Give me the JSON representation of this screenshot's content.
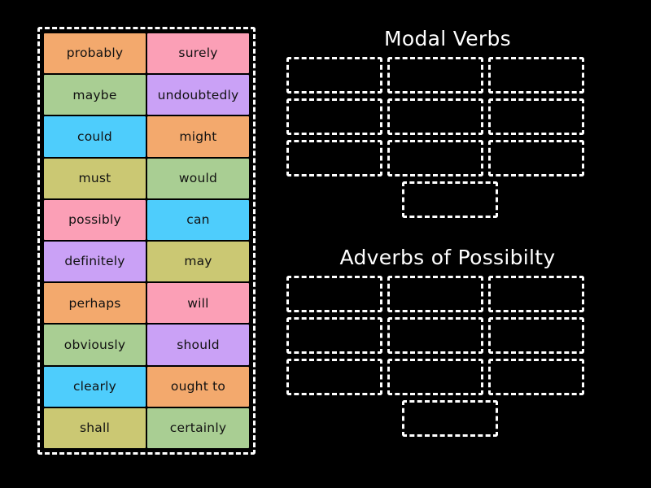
{
  "palette": {
    "background": "#000000",
    "dashed_outline": "#ffffff",
    "tile_text": "#111111",
    "heading_text": "#ffffff",
    "orange": "#f3a96d",
    "pink": "#fb9fb6",
    "green": "#a9ce93",
    "purple": "#caa1f6",
    "blue": "#4ecdfc",
    "khaki": "#cbc873"
  },
  "word_bank": {
    "rows": [
      {
        "left": {
          "label": "probably",
          "color": "orange"
        },
        "right": {
          "label": "surely",
          "color": "pink"
        }
      },
      {
        "left": {
          "label": "maybe",
          "color": "green"
        },
        "right": {
          "label": "undoubtedly",
          "color": "purple"
        }
      },
      {
        "left": {
          "label": "could",
          "color": "blue"
        },
        "right": {
          "label": "might",
          "color": "orange"
        }
      },
      {
        "left": {
          "label": "must",
          "color": "khaki"
        },
        "right": {
          "label": "would",
          "color": "green"
        }
      },
      {
        "left": {
          "label": "possibly",
          "color": "pink"
        },
        "right": {
          "label": "can",
          "color": "blue"
        }
      },
      {
        "left": {
          "label": "definitely",
          "color": "purple"
        },
        "right": {
          "label": "may",
          "color": "khaki"
        }
      },
      {
        "left": {
          "label": "perhaps",
          "color": "orange"
        },
        "right": {
          "label": "will",
          "color": "pink"
        }
      },
      {
        "left": {
          "label": "obviously",
          "color": "green"
        },
        "right": {
          "label": "should",
          "color": "purple"
        }
      },
      {
        "left": {
          "label": "clearly",
          "color": "blue"
        },
        "right": {
          "label": "ought to",
          "color": "orange"
        }
      },
      {
        "left": {
          "label": "shall",
          "color": "khaki"
        },
        "right": {
          "label": "certainly",
          "color": "green"
        }
      }
    ]
  },
  "categories": [
    {
      "title": "Modal Verbs",
      "slot_count": 10
    },
    {
      "title": "Adverbs of Possibilty",
      "slot_count": 10
    }
  ]
}
